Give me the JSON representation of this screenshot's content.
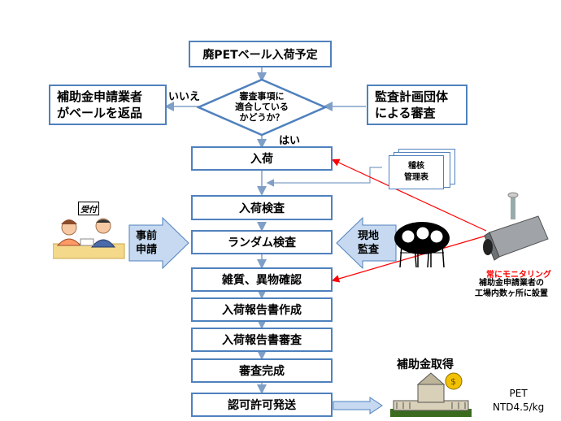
{
  "flow": {
    "top": "廃PETベール入荷予定",
    "decision": [
      "審査事項に",
      "適合している",
      "かどうか？"
    ],
    "no_label": "いいえ",
    "yes_label": "はい",
    "return_box": [
      "補助金申請業者",
      "がベールを返品"
    ],
    "audit_box": [
      "監査計画団体",
      "による審査"
    ],
    "arrival": "入荷",
    "inspection": "入荷検査",
    "random_inspection": "ランダム検査",
    "foreign_check": "雑質、異物確認",
    "report_create": "入荷報告書作成",
    "report_review": "入荷報告書審査",
    "review_complete": "審査完成",
    "permit_send": "認可許可発送"
  },
  "records_sheet": [
    "稽核",
    "管理表"
  ],
  "pre_application": [
    "事前",
    "申請"
  ],
  "onsite_audit": [
    "現地",
    "監査"
  ],
  "reception_stamp": "受付",
  "monitoring": {
    "red_label": "常にモニタリング",
    "note": [
      "補助金申請業者の",
      "工場内数ヶ所に設置"
    ]
  },
  "subsidy": {
    "title": "補助金取得",
    "rate_line1": "PET",
    "rate_line2": "NTD4.5/kg"
  },
  "colors": {
    "box_border": "#4f81bd",
    "arrow_fill": "#c6d9f1",
    "monitor_line": "#ff0000"
  }
}
